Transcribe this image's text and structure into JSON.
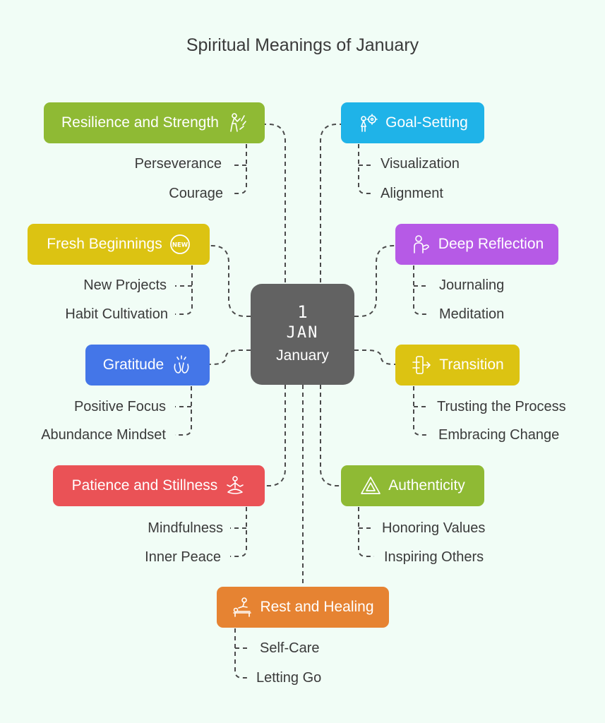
{
  "title": "Spiritual Meanings of January",
  "center": {
    "day": "1",
    "month": "JAN",
    "name": "January"
  },
  "colors": {
    "green": "#8fba34",
    "cyan": "#1fb3e8",
    "yellow": "#dcc312",
    "purple": "#b65ae6",
    "blue": "#4476e8",
    "red": "#ea5256",
    "orange": "#e68332",
    "center": "#626262",
    "connector": "#4a4a4a",
    "background": "#f1fdf6"
  },
  "nodes": {
    "resilience": {
      "label": "Resilience and Strength",
      "icon": "strength-figure-icon",
      "subs": [
        "Perseverance",
        "Courage"
      ]
    },
    "goal": {
      "label": "Goal-Setting",
      "icon": "target-person-icon",
      "subs": [
        "Visualization",
        "Alignment"
      ]
    },
    "fresh": {
      "label": "Fresh Beginnings",
      "icon": "new-badge-icon",
      "badge": "NEW",
      "subs": [
        "New Projects",
        "Habit Cultivation"
      ]
    },
    "reflection": {
      "label": "Deep Reflection",
      "icon": "thinking-person-icon",
      "subs": [
        "Journaling",
        "Meditation"
      ]
    },
    "gratitude": {
      "label": "Gratitude",
      "icon": "clapping-hands-icon",
      "subs": [
        "Positive Focus",
        "Abundance Mindset"
      ]
    },
    "transition": {
      "label": "Transition",
      "icon": "transition-arrow-icon",
      "subs": [
        "Trusting the Process",
        "Embracing Change"
      ]
    },
    "patience": {
      "label": "Patience and Stillness",
      "icon": "meditation-icon",
      "subs": [
        "Mindfulness",
        "Inner Peace"
      ]
    },
    "authenticity": {
      "label": "Authenticity",
      "icon": "triangle-icon",
      "subs": [
        "Honoring Values",
        "Inspiring Others"
      ]
    },
    "rest": {
      "label": "Rest and Healing",
      "icon": "massage-icon",
      "subs": [
        "Self-Care",
        "Letting Go"
      ]
    }
  }
}
